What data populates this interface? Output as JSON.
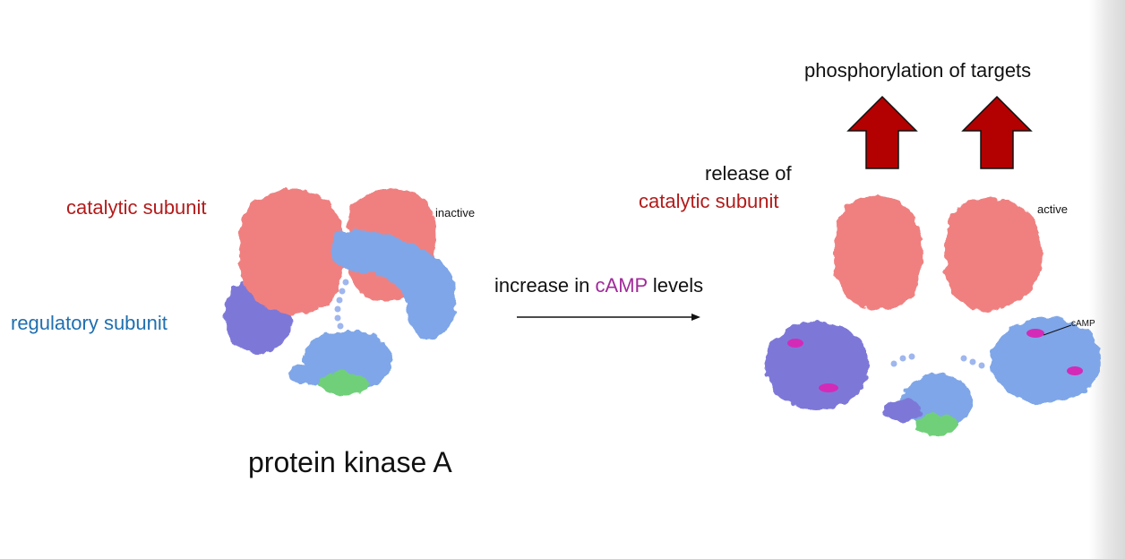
{
  "left": {
    "catalytic_label": "catalytic subunit",
    "regulatory_label": "regulatory subunit",
    "state_label": "inactive",
    "title": "protein kinase A"
  },
  "middle": {
    "prefix": "increase in ",
    "highlight": "cAMP",
    "suffix": " levels"
  },
  "right": {
    "release_line1": "release of",
    "release_line2": "catalytic subunit",
    "top_label": "phosphorylation of targets",
    "state_label": "active",
    "camp_label": "cAMP"
  },
  "colors": {
    "catalytic": "#f08080",
    "regulatory_blue": "#7fa6e8",
    "regulatory_purple": "#7d78d8",
    "anchor_green": "#6fd07a",
    "camp_magenta": "#d42ab8",
    "arrow_red": "#b30000"
  }
}
